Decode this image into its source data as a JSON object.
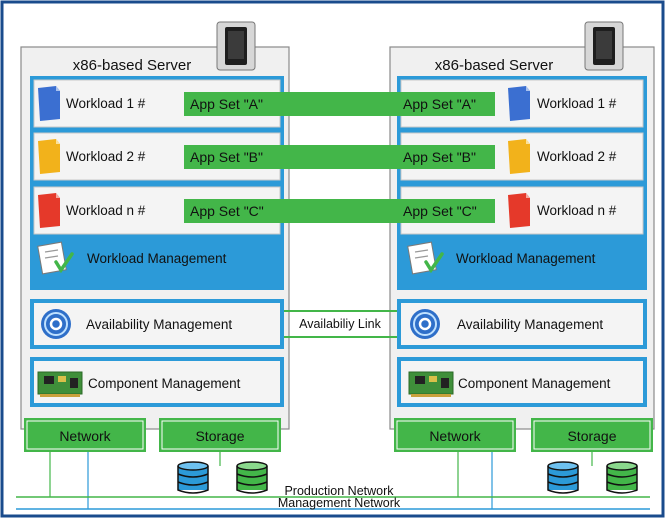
{
  "servers": [
    {
      "title": "x86-based Server",
      "workloads": [
        {
          "label": "Workload 1 #",
          "app_set": "App Set \"A\"",
          "icon": "blue-document-icon",
          "color": "#3b6fd1"
        },
        {
          "label": "Workload 2 #",
          "app_set": "App Set \"B\"",
          "icon": "yellow-document-icon",
          "color": "#f2b21b"
        },
        {
          "label": "Workload n #",
          "app_set": "App Set \"C\"",
          "icon": "red-document-icon",
          "color": "#e5392a"
        }
      ],
      "workload_management": "Workload Management",
      "availability_management": "Availability Management",
      "component_management": "Component Management",
      "network": "Network",
      "storage": "Storage"
    },
    {
      "title": "x86-based Server",
      "workloads": [
        {
          "label": "Workload 1 #",
          "app_set": "App Set \"A\"",
          "icon": "blue-document-icon",
          "color": "#3b6fd1"
        },
        {
          "label": "Workload 2 #",
          "app_set": "App Set \"B\"",
          "icon": "yellow-document-icon",
          "color": "#f2b21b"
        },
        {
          "label": "Workload n #",
          "app_set": "App Set \"C\"",
          "icon": "red-document-icon",
          "color": "#e5392a"
        }
      ],
      "workload_management": "Workload Management",
      "availability_management": "Availability Management",
      "component_management": "Component Management",
      "network": "Network",
      "storage": "Storage"
    }
  ],
  "availability_link": "Availabiliy Link",
  "production_network": "Production Network",
  "management_network": "Management Network",
  "colors": {
    "frame_border": "#1a4b8c",
    "panel_fill": "#f0f0f0",
    "panel_border": "#8a8a8a",
    "accent_blue": "#2c9ad8",
    "accent_green": "#43b649",
    "label_box_fill": "#f4f4f4",
    "production_line": "#43b649",
    "management_line": "#2c9ad8"
  }
}
